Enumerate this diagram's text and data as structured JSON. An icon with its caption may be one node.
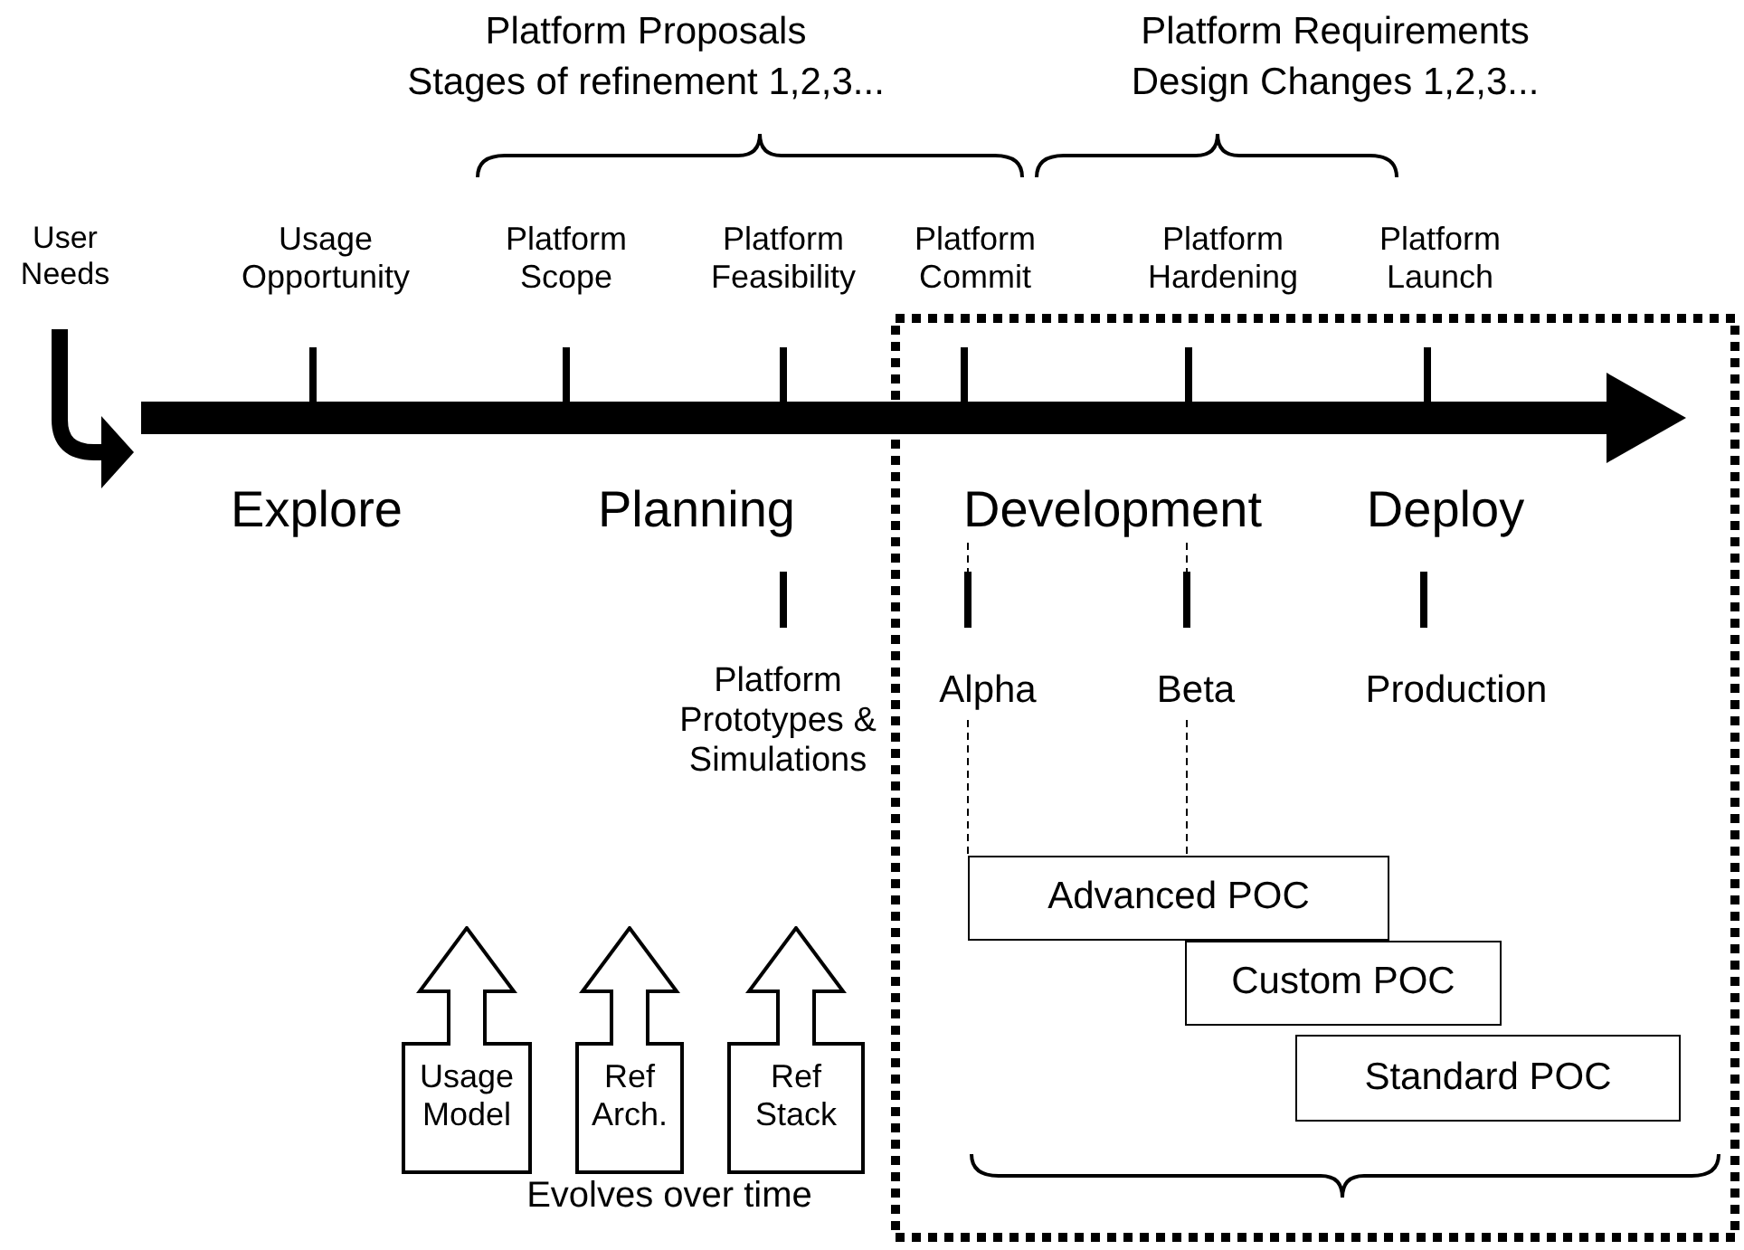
{
  "diagram": {
    "nodes": [
      {
        "text": [
          "Alpha"
        ]
      },
      {
        "text": [
          "Beta"
        ]
      },
      {
        "text": [
          "Advanced POC"
        ]
      },
      {
        "text": [
          "Custom POC"
        ]
      },
      {
        "text": [
          "Standard POC"
        ]
      },
      {
        "text": [
          "Usage Model"
        ]
      },
      {
        "text": [
          "Ref Arch."
        ]
      },
      {
        "text": [
          "Ref Stack"
        ]
      }
    ],
    "edges": [
      {
        "from": 0,
        "to": 2,
        "arrow": "none",
        "style": "dashed"
      },
      {
        "from": 1,
        "to": 2,
        "arrow": "none",
        "style": "dashed"
      }
    ],
    "labels": [
      "Platform Proposals",
      "Stages of refinement 1,2,3...",
      "Platform Requirements",
      "Design Changes 1,2,3...",
      "User Needs",
      "Usage Opportunity",
      "Platform Scope",
      "Platform Feasibility",
      "Platform Commit",
      "Platform Hardening",
      "Platform Launch",
      "Explore",
      "Planning",
      "Development",
      "Deploy",
      "Platform Prototypes & Simulations",
      "Production",
      "Evolves over time"
    ]
  }
}
